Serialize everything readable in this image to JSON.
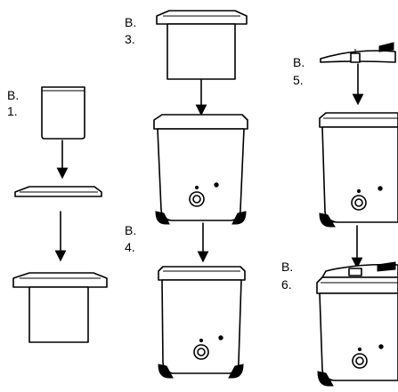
{
  "steps": [
    {
      "prefix": "B.",
      "number": "1."
    },
    {
      "prefix": "B.",
      "number": "3."
    },
    {
      "prefix": "B.",
      "number": "4."
    },
    {
      "prefix": "B.",
      "number": "5."
    },
    {
      "prefix": "B.",
      "number": "6."
    }
  ],
  "icons": {
    "arrow": "down-arrow-icon",
    "knob": "control-knob-icon"
  }
}
